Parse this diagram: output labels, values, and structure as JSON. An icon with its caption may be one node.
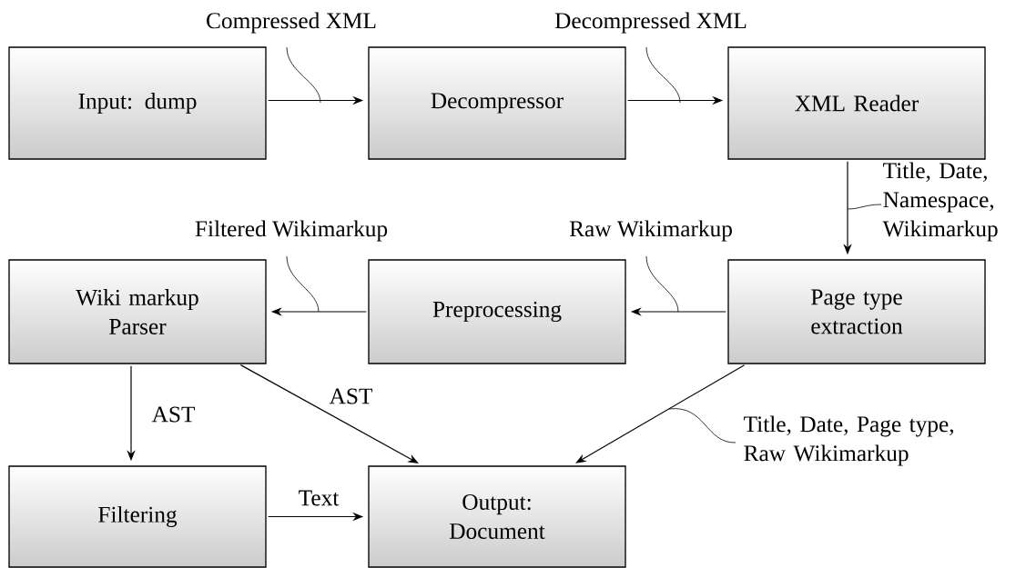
{
  "diagram": {
    "nodes": [
      {
        "text": [
          "Input: dump"
        ]
      },
      {
        "text": [
          "Decompressor"
        ]
      },
      {
        "text": [
          "XML Reader"
        ]
      },
      {
        "text": [
          "Page type extraction"
        ]
      },
      {
        "text": [
          "Preprocessing"
        ]
      },
      {
        "text": [
          "Wiki markup Parser"
        ]
      },
      {
        "text": [
          "Filtering"
        ]
      },
      {
        "text": [
          "Output: Document"
        ]
      }
    ],
    "edges": [
      {
        "from": 0,
        "to": 1,
        "arrow": "to",
        "label": "Compressed XML"
      },
      {
        "from": 1,
        "to": 2,
        "arrow": "to",
        "label": "Decompressed XML"
      },
      {
        "from": 2,
        "to": 3,
        "arrow": "to",
        "label": "Title, Date, Namespace, Wikimarkup"
      },
      {
        "from": 3,
        "to": 4,
        "arrow": "to",
        "label": "Raw Wikimarkup"
      },
      {
        "from": 4,
        "to": 5,
        "arrow": "to",
        "label": "Filtered Wikimarkup"
      },
      {
        "from": 5,
        "to": 6,
        "arrow": "to",
        "label": "AST"
      },
      {
        "from": 5,
        "to": 7,
        "arrow": "to",
        "label": "AST"
      },
      {
        "from": 3,
        "to": 7,
        "arrow": "to",
        "label": "Title, Date, Page type, Raw Wikimarkup"
      },
      {
        "from": 6,
        "to": 7,
        "arrow": "to",
        "label": "Text"
      }
    ]
  }
}
